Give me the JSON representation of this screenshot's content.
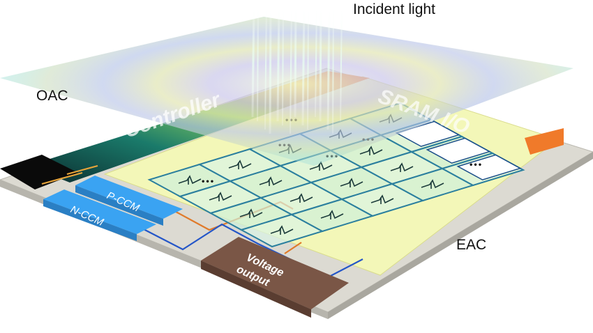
{
  "labels": {
    "incident_light": "Incident light",
    "oac": "OAC",
    "eac": "EAC"
  },
  "modules": {
    "controller": "Controller",
    "sram": "SRAM I/O",
    "p_ccm": "P-CCM",
    "n_ccm": "N-CCM",
    "voltage_line1": "Voltage",
    "voltage_line2": "output"
  },
  "ellipsis": "•••",
  "colors": {
    "eac_panel": "#f3f7b8",
    "oac_plane": "#9fe3d8",
    "ccm_blue": "#3aa3f2",
    "voltage_brown": "#7a5646",
    "cell_border": "#2b7f9e",
    "controller_dark": "#0e3a3c",
    "black_pad": "#0a0a0a",
    "orange_pad": "#f07a2a"
  }
}
